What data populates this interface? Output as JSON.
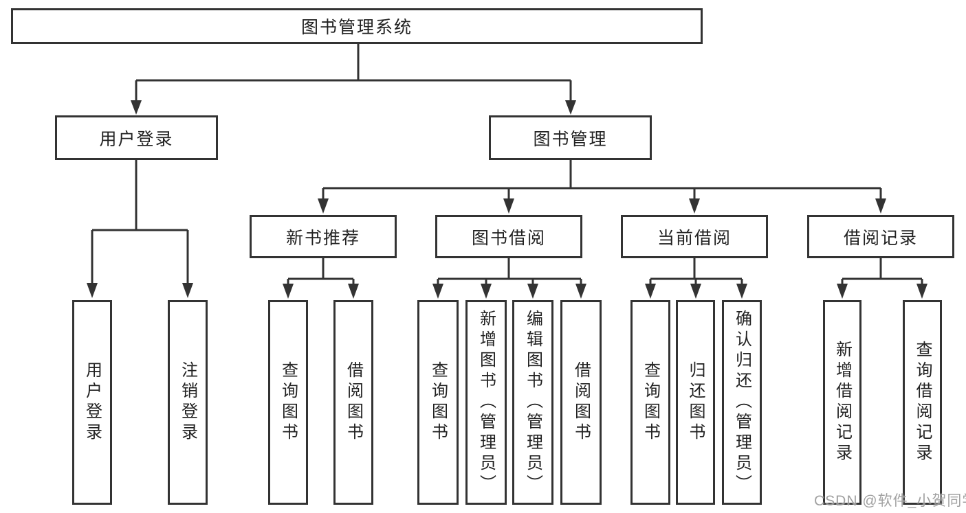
{
  "nodes": {
    "root": "图书管理系统",
    "user_login": "用户登录",
    "book_mgmt": "图书管理",
    "new_book_rec": "新书推荐",
    "book_borrow": "图书借阅",
    "current_borrow": "当前借阅",
    "borrow_record": "借阅记录",
    "ul_login": "用户登录",
    "ul_logout": "注销登录",
    "nb_query": "查询图书",
    "nb_borrow": "借阅图书",
    "bb_query": "查询图书",
    "bb_add": "新增图书（管理员）",
    "bb_edit": "编辑图书（管理员）",
    "bb_borrow": "借阅图书",
    "cb_query": "查询图书",
    "cb_return": "归还图书",
    "cb_confirm": "确认归还（管理员）",
    "br_add": "新增借阅记录",
    "br_query": "查询借阅记录"
  },
  "watermark": "CSDN @软件_小贺同学",
  "colors": {
    "line": "#333333",
    "text": "#222222",
    "watermark": "#919191",
    "background": "#ffffff"
  }
}
